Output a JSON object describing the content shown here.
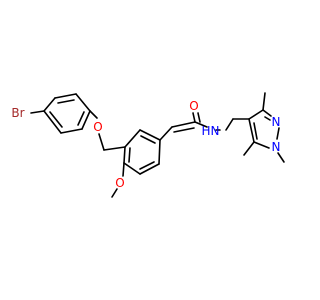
{
  "molecule": {
    "atoms": {
      "br": "Br",
      "o_ether": "O",
      "o_methoxy": "O",
      "o_carbonyl": "O",
      "n_amide": "N",
      "h_amide": "H",
      "n_pyrazole_2": "N",
      "n_pyrazole_1": "N"
    },
    "colors": {
      "bond": "#000000",
      "bromine": "#a52a2a",
      "oxygen": "#ff0000",
      "nitrogen": "#0000ff"
    }
  }
}
